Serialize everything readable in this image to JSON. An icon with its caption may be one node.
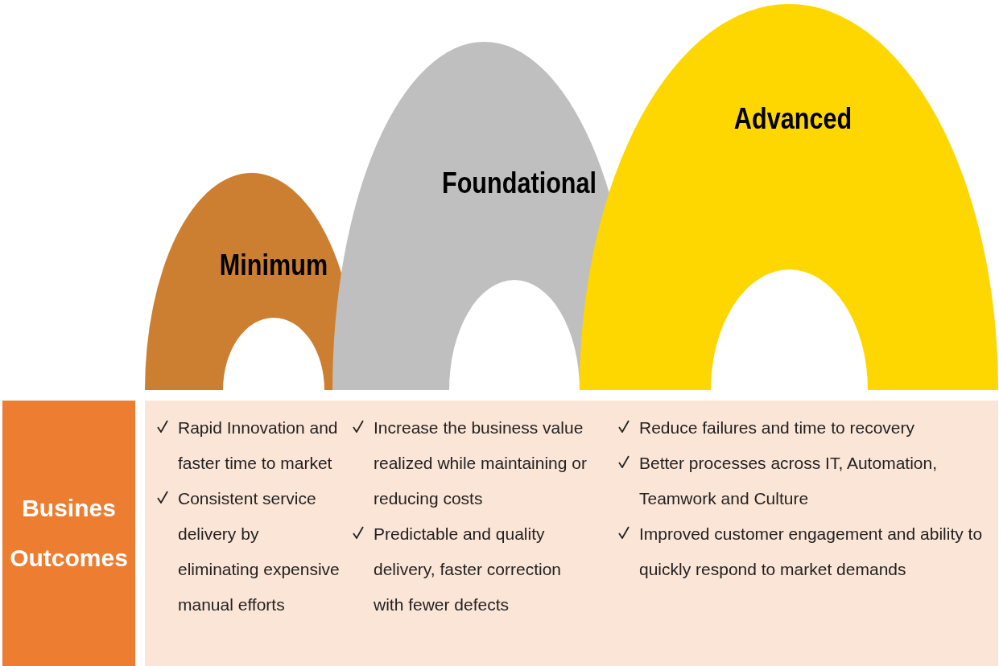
{
  "diagram": {
    "nodes": [
      {
        "text": [
          "Minimum"
        ]
      },
      {
        "text": [
          "Foundational"
        ]
      },
      {
        "text": [
          "Advanced"
        ]
      },
      {
        "text": [
          "Busines Outcomes"
        ]
      },
      {
        "text": [
          "Rapid Innovation and faster time to market",
          "Consistent service delivery by eliminating expensive manual efforts",
          "Increase the business value realized while maintaining or reducing costs",
          "Predictable and quality delivery, faster correction with fewer defects",
          "Reduce failures and time to recovery",
          "Better processes across IT, Automation, Teamwork and Culture",
          "Improved customer engagement and ability to quickly respond to market demands"
        ]
      }
    ],
    "edges": []
  }
}
